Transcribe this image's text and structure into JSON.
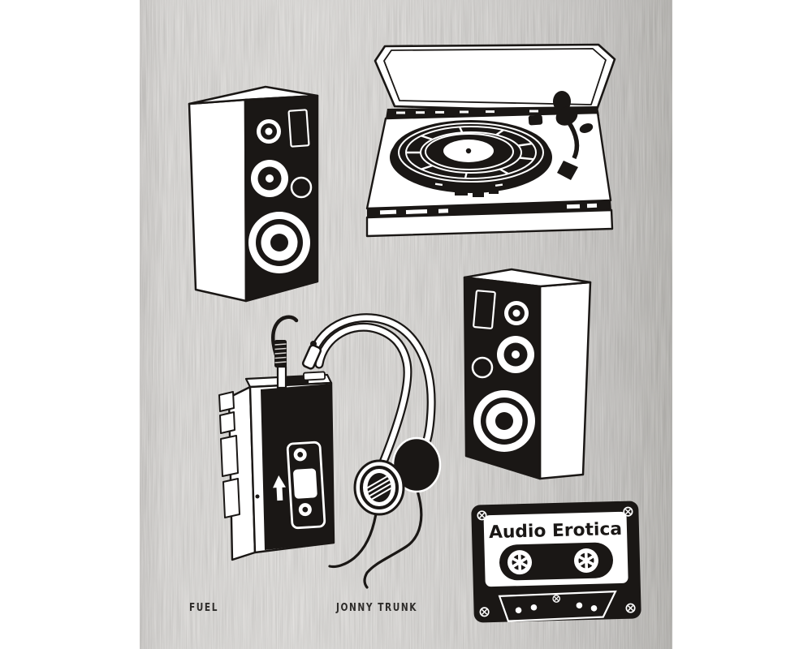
{
  "page": {
    "background": "#ffffff"
  },
  "cover": {
    "kind": "book-cover",
    "publisher": "FUEL",
    "author": "JONNY TRUNK",
    "cassette_title": "Audio Erotica",
    "palette": {
      "ink": "#1a1715",
      "paper": "#ffffff",
      "metal_light": "#d4d1ce",
      "metal_mid": "#c6c3c0",
      "metal_dark": "#93908b",
      "footer_text": "#2e2c2a"
    },
    "illustrations": [
      {
        "id": "speaker-left",
        "label": "three-way hi-fi loudspeaker, angled to the right"
      },
      {
        "id": "turntable",
        "label": "record turntable with open dust cover and tonearm"
      },
      {
        "id": "speaker-right",
        "label": "three-way hi-fi loudspeaker, angled to the left"
      },
      {
        "id": "walkman",
        "label": "personal cassette player with jack plug and cable"
      },
      {
        "id": "headphones",
        "label": "lightweight on-ear headphones with trailing cords"
      },
      {
        "id": "cassette",
        "label": "compact cassette tape labelled Audio Erotica"
      }
    ]
  }
}
